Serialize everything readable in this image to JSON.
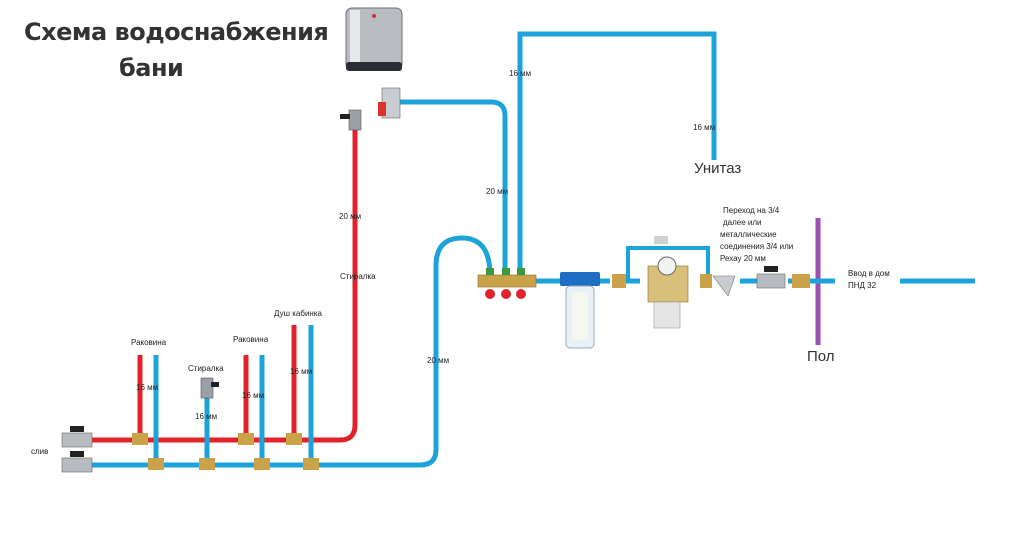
{
  "title": {
    "line1": "Схема водоснабжения",
    "line2": "бани"
  },
  "colors": {
    "hot": "#e0232a",
    "cold": "#1ca3d9",
    "floor": "#9b4fb0",
    "brass": "#c9a24a",
    "steel": "#9aa0a6"
  },
  "pipe_labels": {
    "toilet_pipe_a": "16 мм",
    "toilet_pipe_b": "16 мм",
    "manifold_riser": "20 мм",
    "heater_riser": "20 мм",
    "washer_riser": "Стиралка",
    "cold_main": "20 мм"
  },
  "fixtures": {
    "toilet": "Унитаз",
    "sink1": "Раковина",
    "sink1_size": "16 мм",
    "washer": "Стиралка",
    "washer_size": "16 мм",
    "sink2": "Раковина",
    "sink2_size": "16 мм",
    "shower": "Душ кабинка",
    "shower_size": "16 мм",
    "drain": "слив"
  },
  "notes": {
    "adapter": [
      "Переход на 3/4",
      "далее или",
      "металлические",
      "соединения 3/4 или",
      "Рехау 20 мм"
    ],
    "entry": [
      "Ввод в дом",
      "ПНД 32"
    ],
    "floor": "Пол"
  }
}
